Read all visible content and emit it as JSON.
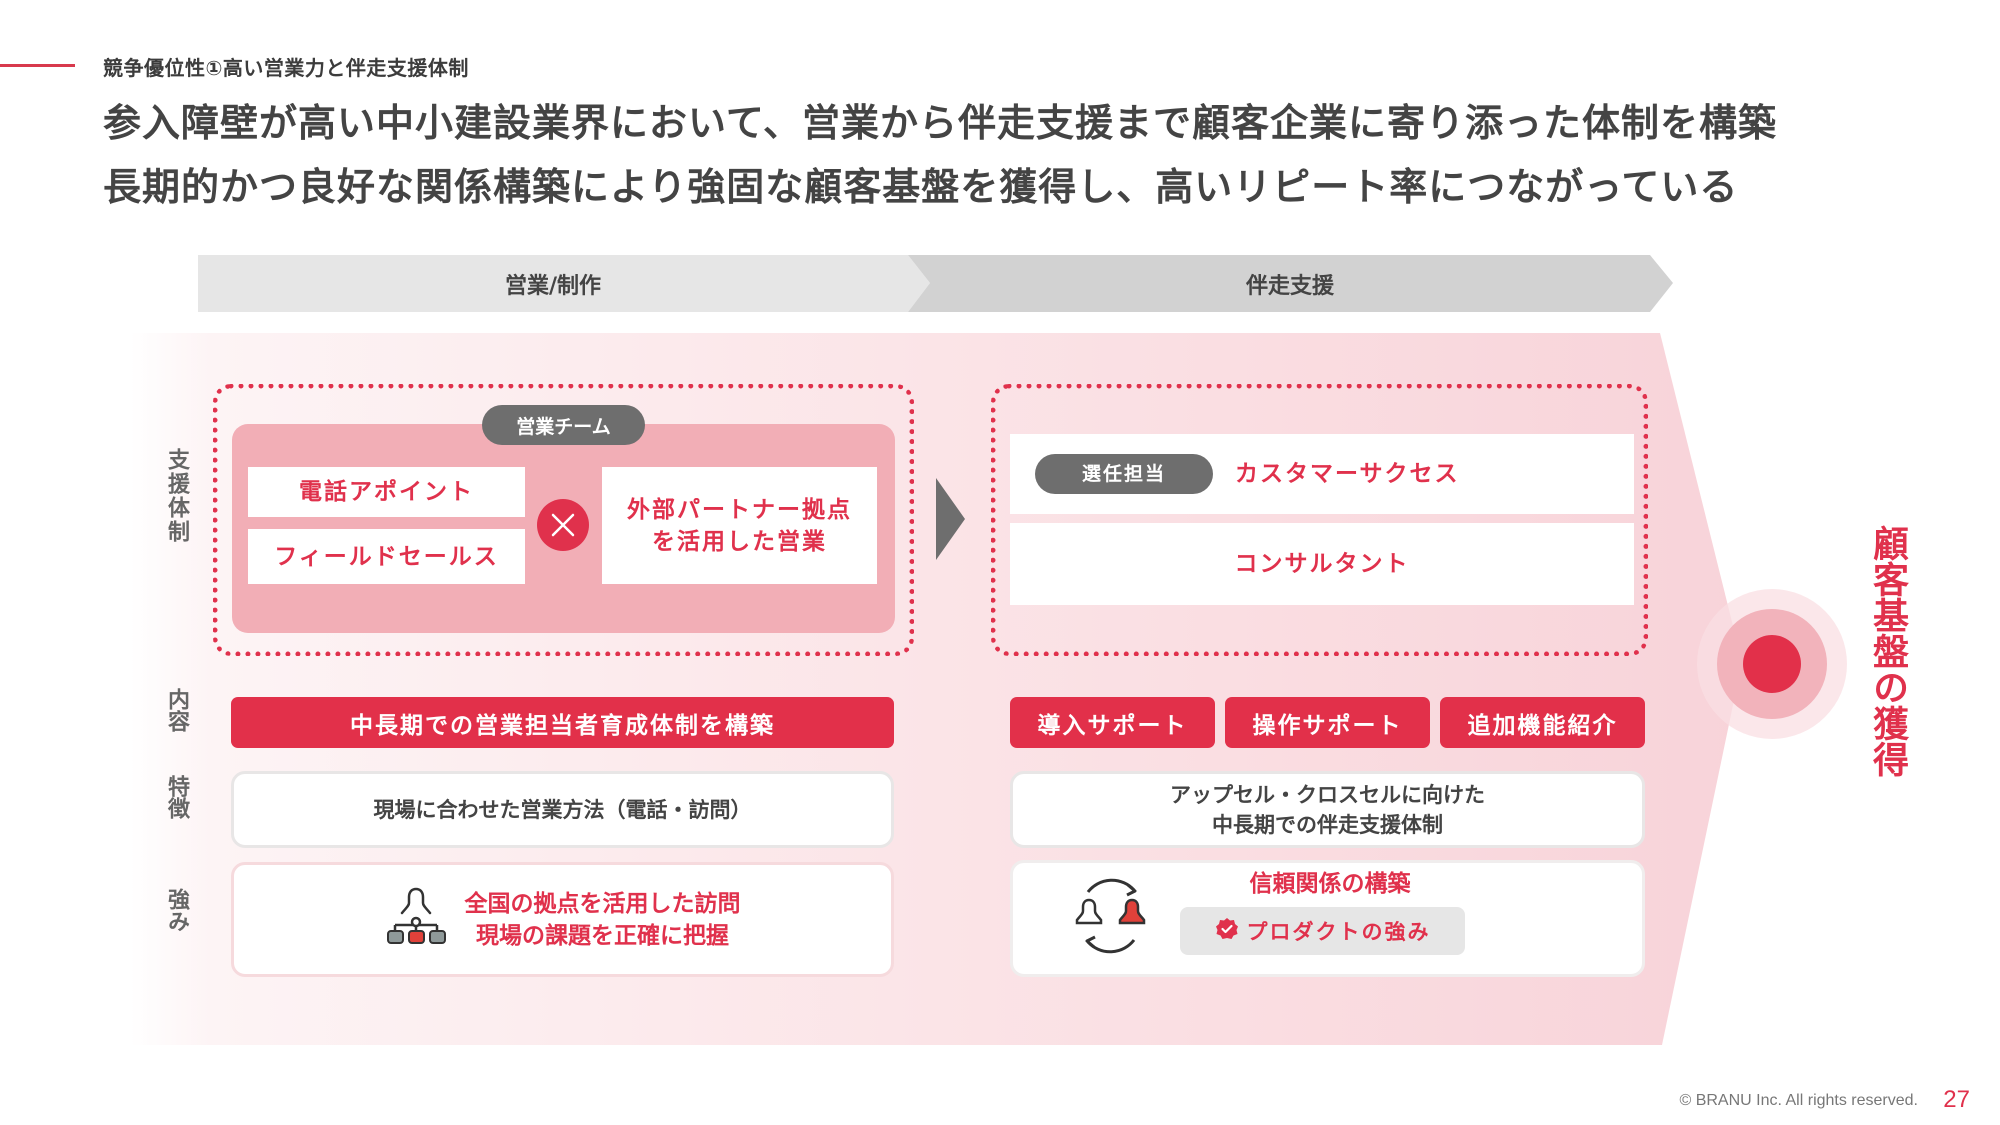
{
  "header": {
    "subtitle": "競争優位性①高い営業力と伴走支援体制",
    "title_line1": "参入障壁が高い中小建設業界において、営業から伴走支援まで顧客企業に寄り添った体制を構築",
    "title_line2": "長期的かつ良好な関係構築により強固な顧客基盤を獲得し、高いリピート率につながっている"
  },
  "stages": [
    {
      "label": "営業/制作"
    },
    {
      "label": "伴走支援"
    }
  ],
  "row_labels": {
    "support": "支援体制",
    "content": "内容",
    "feature": "特徴",
    "strength": "強み"
  },
  "left": {
    "team_badge": "営業チーム",
    "item1": "電話アポイント",
    "item2": "フィールドセールス",
    "operator_icon": "x-icon",
    "partner_line1": "外部パートナー拠点",
    "partner_line2": "を活用した営業",
    "content": "中長期での営業担当者育成体制を構築",
    "feature": "現場に合わせた営業方法（電話・訪問）",
    "strength_icon": "org-chart-icon",
    "strength_line1": "全国の拠点を活用した訪問",
    "strength_line2": "現場の課題を正確に把握"
  },
  "right": {
    "assigned_badge": "選任担当",
    "customer_success": "カスタマーサクセス",
    "consultant": "コンサルタント",
    "content_buttons": [
      "導入サポート",
      "操作サポート",
      "追加機能紹介"
    ],
    "feature_line1": "アップセル・クロスセルに向けた",
    "feature_line2": "中長期での伴走支援体制",
    "strength_icon": "people-exchange-icon",
    "strength_title": "信頼関係の構築",
    "product_badge_icon": "verified-badge-icon",
    "product_badge": "プロダクトの強み"
  },
  "goal": {
    "text": "顧客基盤の獲得",
    "icon": "target-icon"
  },
  "footer": {
    "copyright": "© BRANU Inc. All rights reserved.",
    "page": "27"
  },
  "colors": {
    "accent": "#e0314c",
    "pink_light": "#f9d6dc",
    "pink_mid": "#f2aeb6",
    "stage_left": "#e6e6e6",
    "stage_right": "#d0d0d0",
    "dark_pill": "#6e6e6e"
  }
}
